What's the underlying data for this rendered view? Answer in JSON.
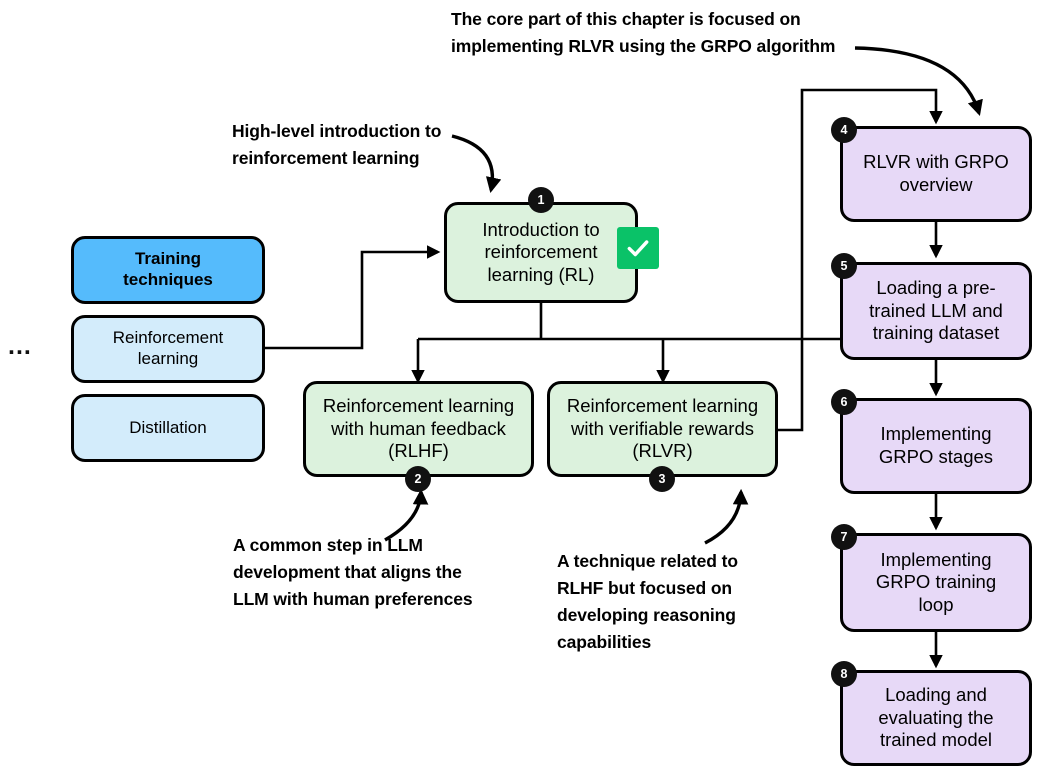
{
  "diagram": {
    "title_note": "The core part of this chapter is focused on\nimplementing RLVR using the GRPO algorithm",
    "intro_note": "High-level introduction to\nreinforcement learning",
    "rlhf_note": "A common step in LLM\ndevelopment that aligns the\nLLM with human preferences",
    "rlvr_note": "A technique related to\nRLHF but focused on\ndeveloping reasoning\ncapabilities",
    "ellipsis": "...",
    "colors": {
      "blue_strong": "#55bbfc",
      "blue_light": "#d3ecfb",
      "green_fill": "#dcf2dd",
      "purple_fill": "#e7d9f7",
      "check_green": "#0ac268",
      "stroke": "#000000",
      "badge_bg": "#111111"
    },
    "sidebar": {
      "items": [
        {
          "label": "Training\ntechniques",
          "style": "blue-strong"
        },
        {
          "label": "Reinforcement\nlearning",
          "style": "blue-light"
        },
        {
          "label": "Distillation",
          "style": "blue-light"
        }
      ]
    },
    "center": {
      "nodes": [
        {
          "number": "1",
          "label": "Introduction to\nreinforcement\nlearning (RL)",
          "checked": true
        },
        {
          "number": "2",
          "label": "Reinforcement learning\nwith human feedback\n(RLHF)",
          "checked": false
        },
        {
          "number": "3",
          "label": "Reinforcement learning\nwith verifiable rewards\n(RLVR)",
          "checked": false
        }
      ]
    },
    "pipeline": {
      "nodes": [
        {
          "number": "4",
          "label": "RLVR with GRPO\noverview"
        },
        {
          "number": "5",
          "label": "Loading a pre-\ntrained LLM and\ntraining dataset"
        },
        {
          "number": "6",
          "label": "Implementing\nGRPO stages"
        },
        {
          "number": "7",
          "label": "Implementing\nGRPO training\nloop"
        },
        {
          "number": "8",
          "label": "Loading and\nevaluating the\ntrained model"
        }
      ]
    }
  }
}
